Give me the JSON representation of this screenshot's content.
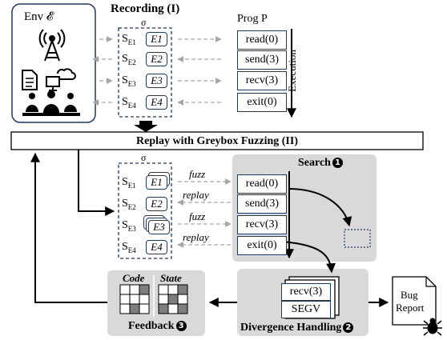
{
  "env": {
    "label": "Env 𝓔"
  },
  "recording": {
    "title": "Recording (I)",
    "sigma": "σ",
    "states": [
      {
        "sub": "S",
        "subscript": "E1",
        "event": "E1"
      },
      {
        "sub": "S",
        "subscript": "E2",
        "event": "E2"
      },
      {
        "sub": "S",
        "subscript": "E3",
        "event": "E3"
      },
      {
        "sub": "S",
        "subscript": "E4",
        "event": "E4"
      }
    ]
  },
  "program": {
    "title": "Prog P",
    "cells": [
      "read(0)",
      "send(3)",
      "recv(3)",
      "exit(0)"
    ],
    "axis_label": "Execution"
  },
  "replay_bar": {
    "label": "Replay with Greybox Fuzzing (II)"
  },
  "fuzzing": {
    "sigma": "σ",
    "arrow_labels": [
      "fuzz",
      "replay",
      "fuzz",
      "replay"
    ]
  },
  "search": {
    "title": "Search",
    "step": "1"
  },
  "divergence": {
    "title": "Divergence Handling",
    "step": "2",
    "cells": [
      "recv(3)",
      "SEGV"
    ]
  },
  "feedback": {
    "title": "Feedback",
    "step": "3",
    "code_label": "Code",
    "state_label": "State"
  },
  "bug_report": {
    "line1": "Bug",
    "line2": "Report"
  },
  "colors": {
    "accent": "#1f3864",
    "panel": "#d9d9d9",
    "arrow_dashed": "#a6a6a6",
    "dark_cell": "#7f7f7f"
  }
}
